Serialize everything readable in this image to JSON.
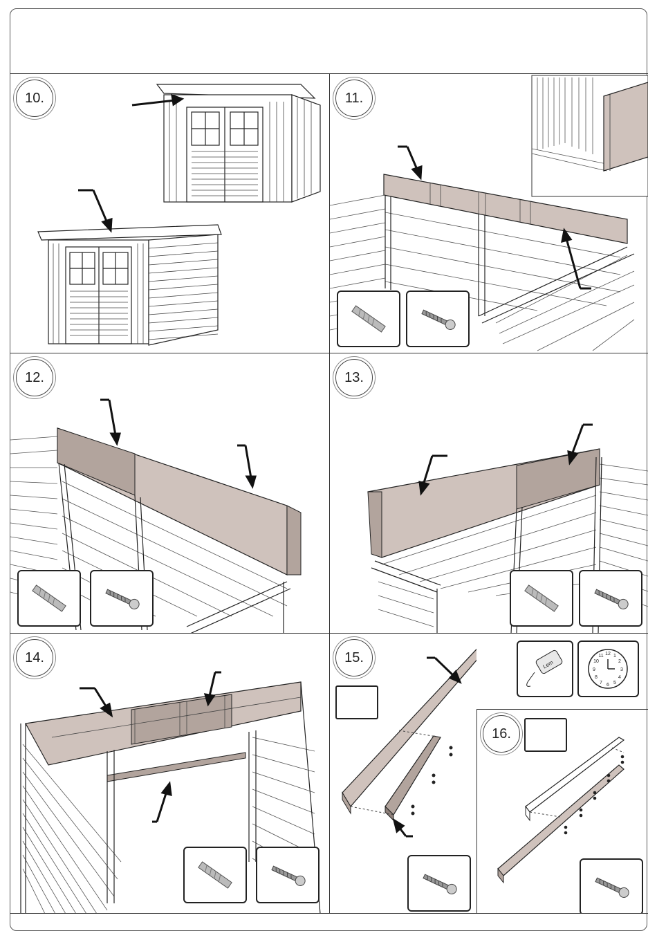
{
  "steps": [
    {
      "number": "10."
    },
    {
      "number": "11."
    },
    {
      "number": "12."
    },
    {
      "number": "13."
    },
    {
      "number": "14."
    },
    {
      "number": "15."
    },
    {
      "number": "16."
    }
  ],
  "glue": {
    "label": "Lem"
  },
  "clock": {
    "numbers": [
      "12",
      "1",
      "2",
      "3",
      "4",
      "5",
      "6",
      "7",
      "8",
      "9",
      "10",
      "11"
    ]
  },
  "icons": {
    "drill": "drill-bit-icon",
    "screw": "screw-icon",
    "glue": "glue-bottle-icon",
    "clock": "clock-icon"
  },
  "colors": {
    "panel_fill": "#cfc2bc",
    "panel_dark": "#b2a49d",
    "line": "#222222"
  }
}
